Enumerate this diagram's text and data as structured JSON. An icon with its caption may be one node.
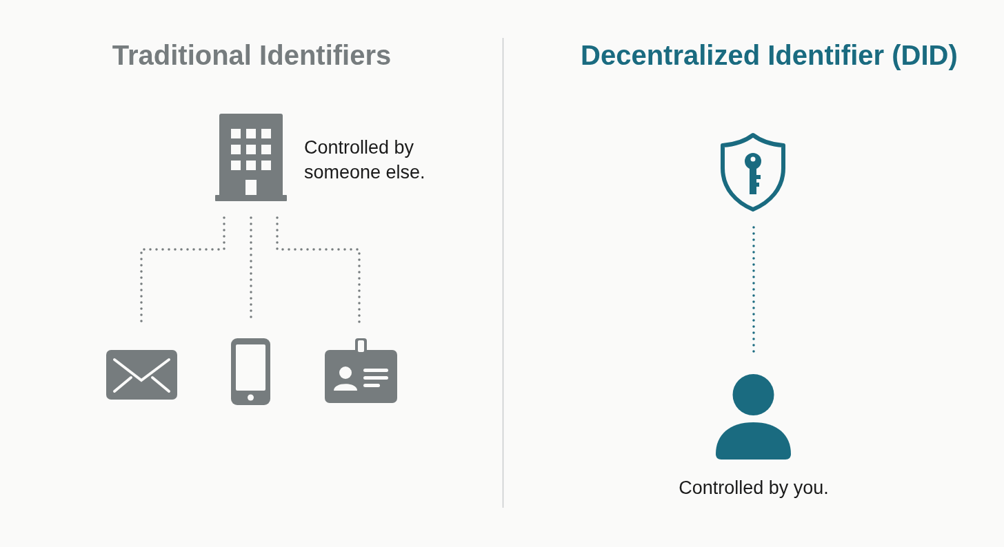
{
  "diagram": {
    "nodes": [
      {
        "text": [],
        "shape": "building",
        "beside": [
          "Controlled by someone else."
        ]
      },
      {
        "text": [],
        "shape": "envelope"
      },
      {
        "text": [],
        "shape": "phone"
      },
      {
        "text": [],
        "shape": "card"
      },
      {
        "text": [],
        "shape": "shield"
      },
      {
        "text": [],
        "shape": "person",
        "beside": [
          "Controlled by you."
        ]
      }
    ],
    "edges": [
      {
        "from": 0,
        "to": 1,
        "arrow": "none",
        "style": "dashed"
      },
      {
        "from": 0,
        "to": 2,
        "arrow": "none",
        "style": "dashed"
      },
      {
        "from": 0,
        "to": 3,
        "arrow": "none",
        "style": "dashed"
      },
      {
        "from": 4,
        "to": 5,
        "arrow": "none",
        "style": "dashed",
        "color": "#1a6b80"
      }
    ],
    "labels": [
      "Traditional Identifiers",
      "Decentralized Identifier (DID)"
    ]
  }
}
